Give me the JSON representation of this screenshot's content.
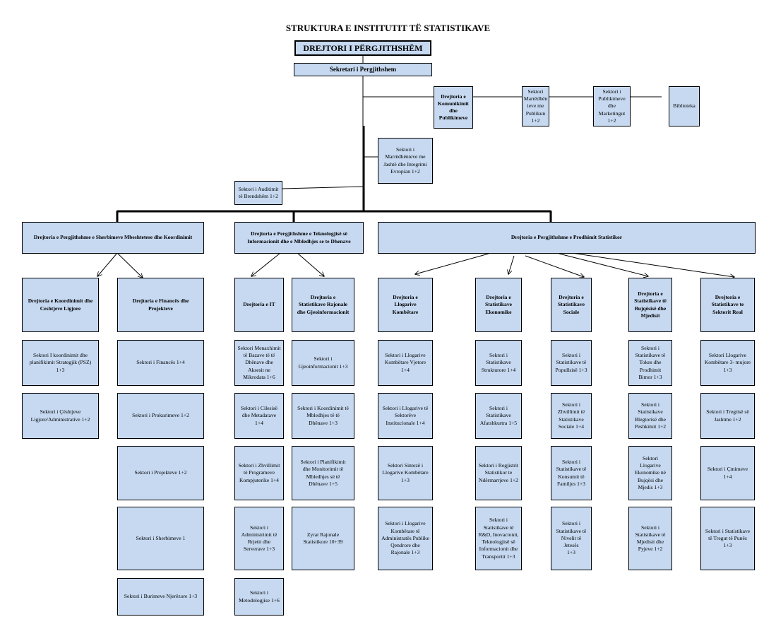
{
  "title": "STRUKTURA E INSTITUTIT TË STATISTIKAVE",
  "director": "DREJTORI I PËRGJITHSHËM",
  "secretary": "Sekretari i Pergjithshem",
  "side_units": {
    "communication": "Drejtoria e\nKomunikimit\ndhe\nPublikimeve",
    "public_relations": "Sektori\nMarrëdhën\nieve me\nPublikun\n1+2",
    "publications": "Sektori i\nPublikimeve\ndhe\nMarketingut\n1+2",
    "library": "Biblioteka",
    "foreign_relations": "Sektori i\nMarrëdhënieve me\nJashtë dhe Integrimi\nEvropian 1+2",
    "audit": "Sektori i Auditimit\ntë Brendshëm 1+2"
  },
  "general_directorates": {
    "support": "Drejtoria e Pergjithshme e Sherbimeve Mbeshtetese dhe Koordinimit",
    "it": "Drejtoria e Pergjithshme e Teknologjisë së\nInformacionit dhe e Mbledhjes se te Dhenave",
    "production": "Drejtoria e Pergjithshme e Prodhimit Statistikor"
  },
  "directorates": {
    "coordination": "Drejtoria e Koordinimit dhe\nCeshtjeve Ligjore",
    "finance": "Drejtoria e Financës dhe\nProjekteve",
    "it_dir": "Drejtoria e IT",
    "regional": "Drejtoria e\nStatistikave Rajonale\ndhe Gjeoinformacionit",
    "national_accounts": "Drejtoria e\nLlogarive\nKombëtare",
    "economic": "Drejtoria e\nStatistikave\nEkonomike",
    "social": "Drejtoria e\nStatistikave\nSociale",
    "agriculture": "Drejtoria e\nStatistikave të\nBujqësisë dhe\nMjedisit",
    "real_sector": "Drejtoria e\nStatistikave te\nSektorit Real"
  },
  "sectors": {
    "coordination": [
      "Sektori I koordinimit dhe\nplanifikimit Strategjik (PSZ)\n1+3",
      "Sektori i Çështjeve\nLigjore/Administrative 1+2"
    ],
    "finance": [
      "Sektori i Financës 1+4",
      "Sektori i Prokurimeve 1+2",
      "Sektori i Projekteve 1+2",
      "Sektori i Sherbimeve 1",
      "Sektori i Burimeve Njerëzore 1+3"
    ],
    "it_dir": [
      "Sektori Menaxhimit\ntë Bazave të të\nDhënave dhe\nAksesit ne\nMikrodata 1+6",
      "Sektori i Cilesisë\ndhe Metadatave\n1+4",
      "Sektori i Zhvillimit\ntë Programeve\nKompjuterike 1+4",
      "Sektori i\nAdministrimit të\nRrjetit dhe\nServerave 1+3",
      "Sektori i\nMetodologjise 1+6"
    ],
    "regional": [
      "Sektori i\nGjeoinformacionit 1+3",
      "Sektori i Koordinimit të\nMbledhjes të të\nDhënave 1+3",
      "Sektori i Planifikimit\ndhe Monitorimit të\nMbledhjes së të\nDhënave 1+5",
      "Zyrat Rajonale\nStatistikore 10+39"
    ],
    "national_accounts": [
      "Sektori i Llogarive\nKombëtare Vjetore\n1+4",
      "Sektori i Llogarive të\nSektorëve\nInstitucionale 1+4",
      "Sektori Sintezë i\nLlogarive Kombëtare\n1+3",
      "Sektori i Llogarive\nKombëtare të\nAdministratës Publike\nQendrore dhe\nRajonale 1+3"
    ],
    "economic": [
      "Sektori i\nStatistikave\nStrukturore 1+4",
      "Sektori i\nStatistikave\nAfatshkurtra 1+5",
      "Sektori i Regjistrit\nStatistikor te\nNdërmarrjeve 1+2",
      "Sektori i\nStatistikave të\nR&D, Inovacionit,\nTeknologjisë së\nInformacionit dhe\nTransportit 1+3"
    ],
    "social": [
      "Sektori i\nStatistikave të\nPopullsisë 1+3",
      "Sektori i\nZhvillimit të\nStatistikave\nSociale  1+4",
      "Sektori i\nStatistikave të\nKonsumit të\nFamiljes  1+3",
      "Sektori i\nStatistikave të\nNivelit të Jetesës\n1+3"
    ],
    "agriculture": [
      "Sektori i\nStatistikave të\nTokes dhe\nProdhimit\nBimor 1+3",
      "Sektori i\nStatistikave\nBlegtorisë dhe\nPeshkimit 1+2",
      "Sektori\nLlogarive\nEkonomike në\nBujqësi dhe\nMjedis 1+3",
      "Sektori i\nStatistikave të\nMjedisit dhe\nPyjeve 1+2"
    ],
    "real_sector": [
      "Sektori Llogarive\nKombëtare 3- mujore\n1+3",
      "Sektori i Tregtisë së\nJashtme 1+2",
      "Sektori i Çmimeve\n1+4",
      "Sektori i Statistikave\ntë Tregut të Punës\n1+3"
    ]
  }
}
